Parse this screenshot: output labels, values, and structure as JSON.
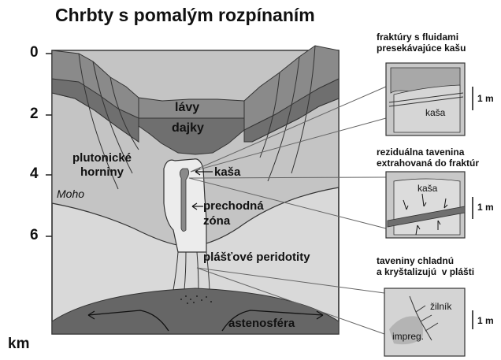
{
  "title": "Chrbty s pomalým rozpínaním",
  "depth_axis": {
    "ticks": [
      "0",
      "2",
      "4",
      "6"
    ],
    "unit": "km"
  },
  "main_labels": {
    "lavy": "lávy",
    "dajky": "dajky",
    "plutonicke": "plutonické\nhorniny",
    "kasa": "kaša",
    "moho": "Moho",
    "prechodna": "prechodná\nzóna",
    "peridotity": "plášťové peridotity",
    "astenosfera": "astenosféra"
  },
  "insets": [
    {
      "caption": "fraktúry s fluidami\npresekávajúce kašu",
      "label": "kaša",
      "scale": "1 m"
    },
    {
      "caption": "reziduálna tavenina\nextrahovaná do fraktúr",
      "label": "kaša",
      "scale": "1 m"
    },
    {
      "caption": "taveniny chladnú\na kryštalizujú  v plášti",
      "label_dike": "žilník",
      "label_impreg": "impreg.",
      "scale": "1 m"
    }
  ],
  "colors": {
    "lava": "#8a8a8a",
    "dikes": "#6f6f6f",
    "plutonic": "#c4c4c4",
    "mantle": "#d9d9d9",
    "asthenosphere": "#666666",
    "mush": "#ececec",
    "outline": "#222222"
  }
}
